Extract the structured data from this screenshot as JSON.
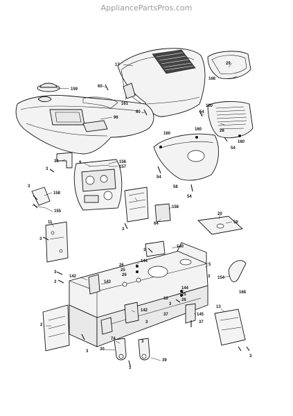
{
  "watermark": "AppliancePartsPros.com",
  "callouts": [
    "17",
    "29",
    "168",
    "159",
    "60",
    "161",
    "96",
    "60",
    "54",
    "160",
    "28",
    "160",
    "54",
    "31",
    "3",
    "156",
    "157",
    "9",
    "160",
    "160",
    "54",
    "58",
    "54",
    "158",
    "3",
    "155",
    "11",
    "158",
    "3",
    "64",
    "20",
    "59",
    "3",
    "140",
    "3",
    "144",
    "26",
    "25",
    "26",
    "3",
    "142",
    "3",
    "143",
    "154",
    "168",
    "5",
    "3",
    "144",
    "25",
    "26",
    "10",
    "3",
    "37",
    "145",
    "37",
    "3",
    "142",
    "2",
    "74",
    "3",
    "3",
    "30",
    "3",
    "39",
    "13",
    "3"
  ]
}
